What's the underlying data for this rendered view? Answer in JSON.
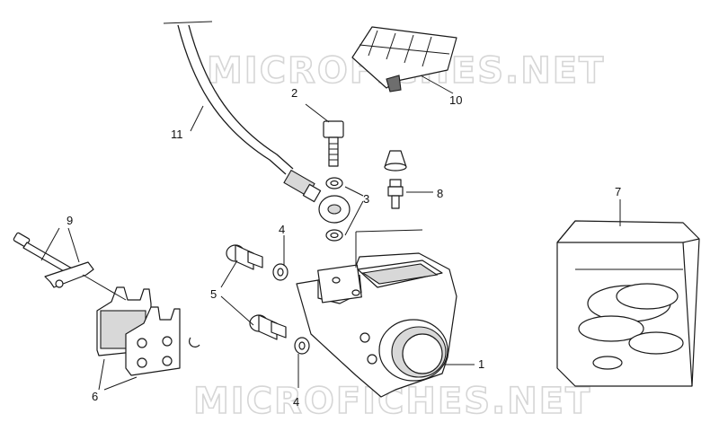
{
  "watermark": {
    "text_top": "MICROFICHES.NET",
    "text_bottom": "MICROFICHES.NET"
  },
  "callouts": {
    "c1": "1",
    "c2": "2",
    "c3": "3",
    "c4_top": "4",
    "c4_bottom": "4",
    "c5": "5",
    "c6": "6",
    "c7": "7",
    "c8": "8",
    "c9": "9",
    "c10": "10",
    "c11": "11"
  }
}
